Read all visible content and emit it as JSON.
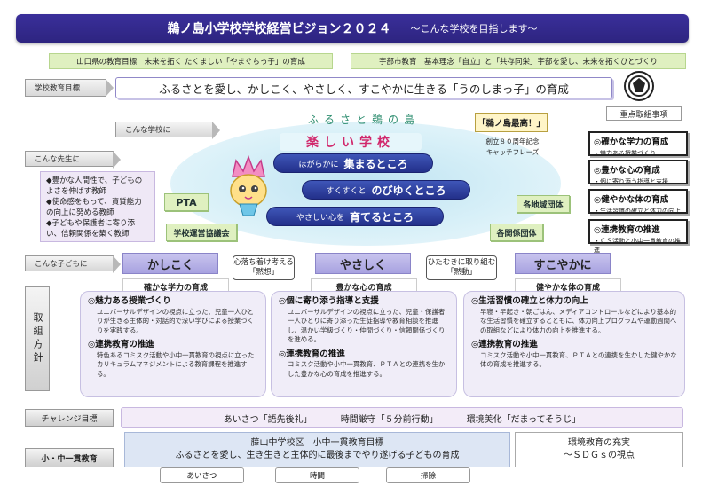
{
  "header": {
    "title": "鵜ノ島小学校学校経営ビジョン２０２４",
    "subtitle": "～こんな学校を目指します～"
  },
  "top_goals": {
    "prefecture": "山口県の教育目標　未来を拓く たくましい「やまぐちっ子」の育成",
    "city": "宇部市教育　基本理念「自立」と「共存同栄」宇部を愛し、未来を拓くひとづくり"
  },
  "school_goal": {
    "tag": "学校教育目標",
    "text": "ふるさとを愛し、かしこく、やさしく、すこやかに生きる「うのしまっ子」の育成"
  },
  "school_section": {
    "tag": "こんな学校に",
    "furusato": "ふるさと鵜の島",
    "tanoshii": "楽しい学校",
    "pills": [
      {
        "small": "ほがらかに",
        "big": "集まるところ"
      },
      {
        "small": "すくすくと",
        "big": "のびゆくところ"
      },
      {
        "small": "やさしい心を",
        "big": "育てるところ"
      }
    ],
    "pta": "PTA",
    "council": "学校運営協議会",
    "region": "各地域団体",
    "related": "各関係団体",
    "catchphrase_box": "「鵜ノ島最高！」",
    "catchphrase_note1": "創立８０周年記念",
    "catchphrase_note2": "キャッチフレーズ"
  },
  "priorities": {
    "head": "重点取組事項",
    "items": [
      {
        "title": "◎確かな学力の育成",
        "desc": "・魅力ある授業づくり"
      },
      {
        "title": "◎豊かな心の育成",
        "desc": "・個に寄り添う指導と支援"
      },
      {
        "title": "◎健やかな体の育成",
        "desc": "・生活習慣の確立と体力の向上"
      },
      {
        "title": "◎連携教育の推進",
        "desc": "・ＣＳ活動と小中一貫教育の推進"
      }
    ]
  },
  "teachers": {
    "tag": "こんな先生に",
    "items": [
      "◆豊かな人間性で、子どものよさを伸ばす教師",
      "◆使命感をもって、資質能力の向上に努める教師",
      "◆子どもや保護者に寄り添い、信頼関係を築く教師"
    ]
  },
  "children": {
    "tag": "こんな子どもに",
    "pillars": [
      "かしこく",
      "やさしく",
      "すこやかに"
    ],
    "abilities": [
      "確かな学力の育成",
      "豊かな心の育成",
      "健やかな体の育成"
    ],
    "bubble1_line1": "心落ち着け考える",
    "bubble1_line2": "「黙想」",
    "bubble2_line1": "ひたむきに取り組む",
    "bubble2_line2": "「黙動」"
  },
  "actions": {
    "label": "取組方針",
    "cards": [
      {
        "h1": "◎魅力ある授業づくり",
        "p1": "ユニバーサルデザインの視点に立った、児童一人ひとりが生きる主体的・対話的で深い学びによる授業づくりを実践する。",
        "h2": "◎連携教育の推進",
        "p2": "特色あるコミスク活動や小中一貫教育の視点に立ったカリキュラムマネジメントによる教育課程を推進する。"
      },
      {
        "h1": "◎個に寄り添う指導と支援",
        "p1": "ユニバーサルデザインの視点に立った、児童・保護者一人ひとりに寄り添った生徒指導や教育相談を推進し、温かい学級づくり・仲間づくり・信頼関係づくりを進める。",
        "h2": "◎連携教育の推進",
        "p2": "コミスク活動や小中一貫教育、ＰＴＡとの連携を生かした豊かな心の育成を推進する。"
      },
      {
        "h1": "◎生活習慣の確立と体力の向上",
        "p1": "早寝・早起き・朝ごはん、メディアコントロールなどにより基本的な生活習慣を確立するとともに、体力向上プログラムや運動週間への取組などにより体力の向上を推進する。",
        "h2": "◎連携教育の推進",
        "p2": "コミスク活動や小中一貫教育、ＰＴＡとの連携を生かした健やかな体の育成を推進する。"
      }
    ]
  },
  "challenge": {
    "tag": "チャレンジ目標",
    "items": [
      "あいさつ「語先後礼」",
      "時間厳守「５分前行動」",
      "環境美化「だまってそうじ」"
    ]
  },
  "consistent": {
    "tag": "小・中一貫教育",
    "line1": "藤山中学校区　小中一貫教育目標",
    "line2": "ふるさとを愛し、生き生きと主体的に最後までやり遂げる子どもの育成",
    "env1": "環境教育の充実",
    "env2": "～ＳＤＧｓの視点",
    "mini": [
      "あいさつ",
      "時間",
      "掃除"
    ]
  }
}
